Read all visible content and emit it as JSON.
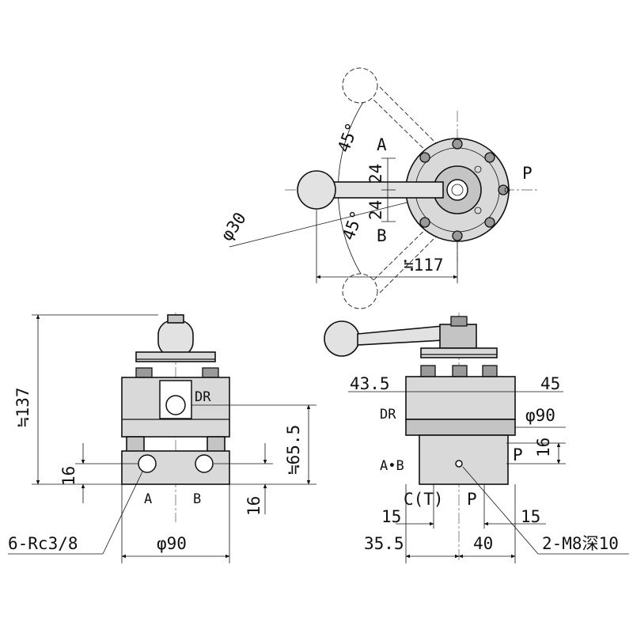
{
  "top_view": {
    "angle_upper": "45°",
    "angle_lower": "45°",
    "port_a": "A",
    "port_b": "B",
    "port_p": "P",
    "dim_24_upper": "24",
    "dim_24_lower": "24",
    "knob_dia": "φ30",
    "handle_len": "≒117"
  },
  "front_view": {
    "height_total": "≒137",
    "height_dr": "≒65.5",
    "port_dr": "DR",
    "dim_16_left": "16",
    "dim_16_right": "16",
    "port_a": "A",
    "port_b": "B",
    "thread_note": "6-Rc3/8",
    "body_dia": "φ90"
  },
  "side_view": {
    "dim_43_5": "43.5",
    "dim_45": "45",
    "port_dr": "DR",
    "body_dia": "φ90",
    "port_ab": "A•B",
    "port_p": "P",
    "dim_16": "16",
    "port_c": "C(T)",
    "port_p_bottom": "P",
    "dim_15_left": "15",
    "dim_15_right": "15",
    "dim_35_5": "35.5",
    "dim_40": "40",
    "mount_note": "2-M8深10"
  }
}
